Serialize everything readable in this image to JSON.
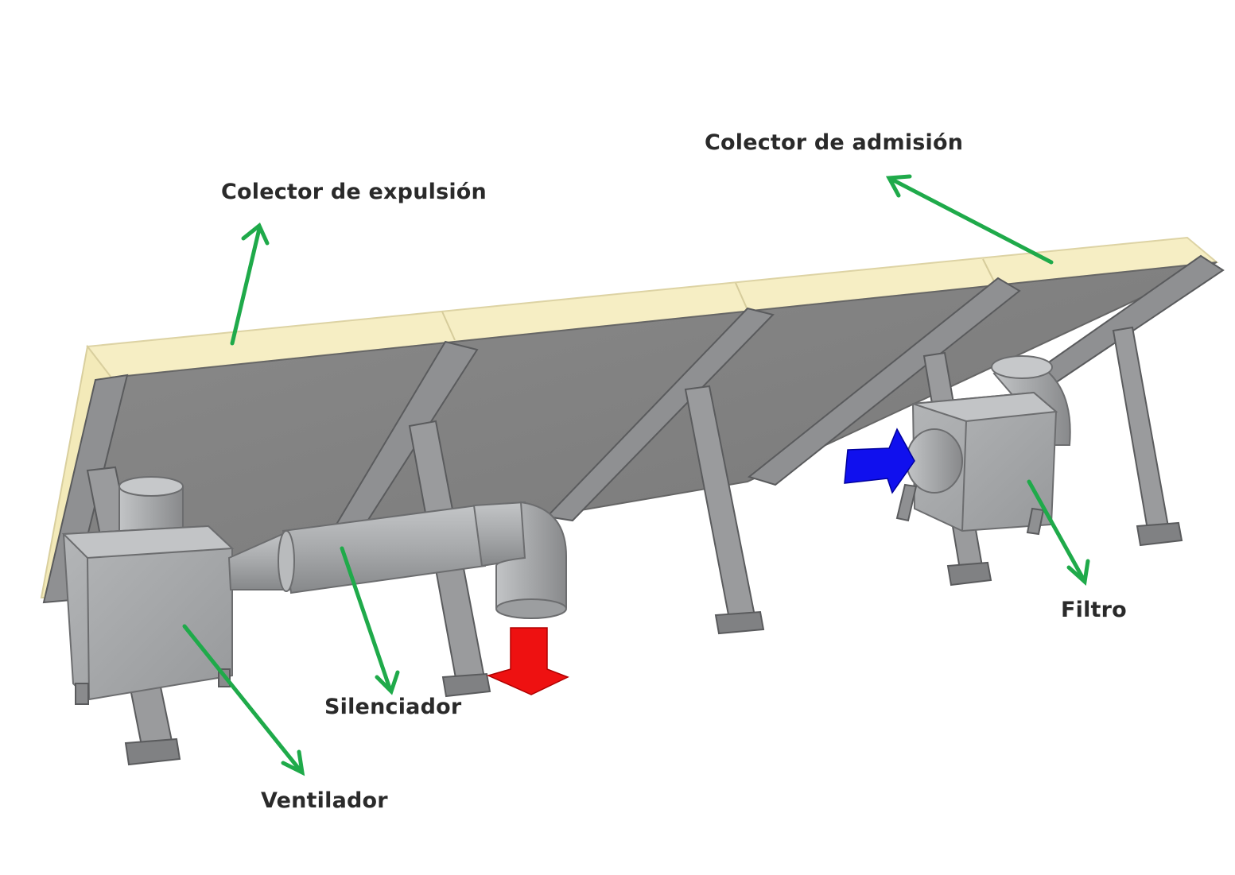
{
  "labels": {
    "exhaust_collector": "Colector de expulsión",
    "intake_collector": "Colector de admisión",
    "silencer": "Silenciador",
    "fan": "Ventilador",
    "filter": "Filtro"
  },
  "colors": {
    "background": "#ffffff",
    "panel_face": "#7f7f7f",
    "panel_edge": "#f6eec4",
    "steel": "#8f9092",
    "duct": "#a9abad",
    "callout_arrow": "#1faa4a",
    "exhaust_flow_arrow": "#ee1111",
    "intake_flow_arrow": "#1010ee",
    "label_text": "#2a2a2a"
  }
}
